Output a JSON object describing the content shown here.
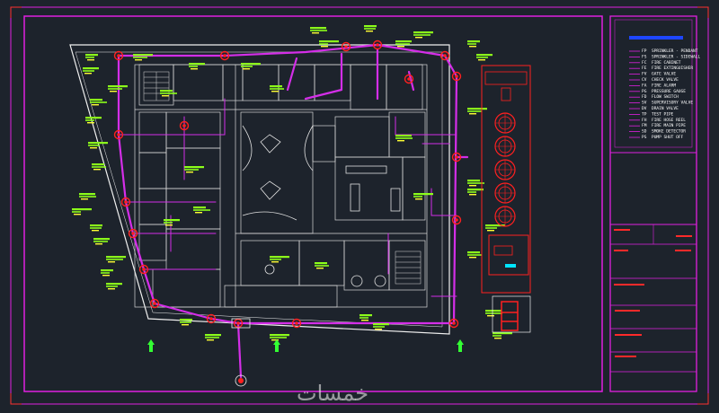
{
  "drawing": {
    "colors": {
      "background": "#1d232c",
      "frame": "#e020e0",
      "walls": "#e6e6e6",
      "pipe": "#d42ee8",
      "pipe_red": "#ff2020",
      "tags": "#8cff1a",
      "title_block_text": "#ff2a2a",
      "legend_header": "#1e46ff"
    },
    "legend": {
      "rows": [
        {
          "code": "FP",
          "text": "SPRINKLER - PENDANT"
        },
        {
          "code": "FS",
          "text": "SPRINKLER - SIDEWALL"
        },
        {
          "code": "FC",
          "text": "FIRE CABINET"
        },
        {
          "code": "FE",
          "text": "FIRE EXTINGUISHER"
        },
        {
          "code": "FV",
          "text": "GATE VALVE"
        },
        {
          "code": "CV",
          "text": "CHECK VALVE"
        },
        {
          "code": "FA",
          "text": "FIRE ALARM"
        },
        {
          "code": "PG",
          "text": "PRESSURE GAUGE"
        },
        {
          "code": "FD",
          "text": "FLOW SWITCH"
        },
        {
          "code": "SV",
          "text": "SUPERVISORY VALVE"
        },
        {
          "code": "DV",
          "text": "DRAIN VALVE"
        },
        {
          "code": "TP",
          "text": "TEST PIPE"
        },
        {
          "code": "FH",
          "text": "FIRE HOSE REEL"
        },
        {
          "code": "FM",
          "text": "FIRE MAIN PIPE"
        },
        {
          "code": "SD",
          "text": "SMOKE DETECTOR"
        },
        {
          "code": "PS",
          "text": "PUMP SHUT OFF"
        }
      ]
    },
    "title_block": {
      "fields": [
        "",
        "",
        "",
        "",
        "",
        ""
      ]
    },
    "floor_label": "",
    "tank_count": 5,
    "watermark": "خمسات"
  }
}
